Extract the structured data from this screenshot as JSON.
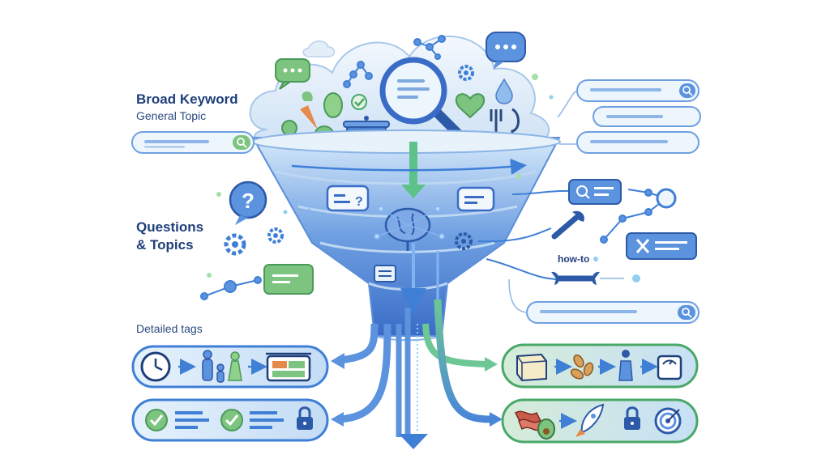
{
  "labels": {
    "broad_keyword": "Broad Keyword",
    "general_topic": "General Topic",
    "questions_line1": "Questions",
    "questions_line2": "& Topics",
    "detailed_tags": "Detailed tags",
    "how_to": "how-to"
  },
  "colors": {
    "funnel_top": "#cfe3f7",
    "funnel_mid": "#5f93dd",
    "funnel_bottom": "#3b6fc9",
    "arrow_green": "#5cc28a",
    "arrow_blue": "#3f7fd6",
    "pill_bg": "#e3f1fb",
    "pill_border": "#3f7fd6",
    "navy": "#1f3f7a"
  },
  "icons": [
    "cloud-icon",
    "magnifier-icon",
    "vegetable-icon",
    "pot-icon",
    "heart-icon",
    "fork-knife-icon",
    "water-drop-icon",
    "chat-bubble-icon",
    "question-icon",
    "gear-icon",
    "brain-icon",
    "wrench-icon",
    "network-icon",
    "clock-icon",
    "family-icon",
    "food-container-icon",
    "check-icon",
    "lock-icon",
    "tofu-icon",
    "seeds-icon",
    "person-icon",
    "scale-icon",
    "bacon-icon",
    "avocado-icon",
    "rocket-icon",
    "target-icon"
  ]
}
